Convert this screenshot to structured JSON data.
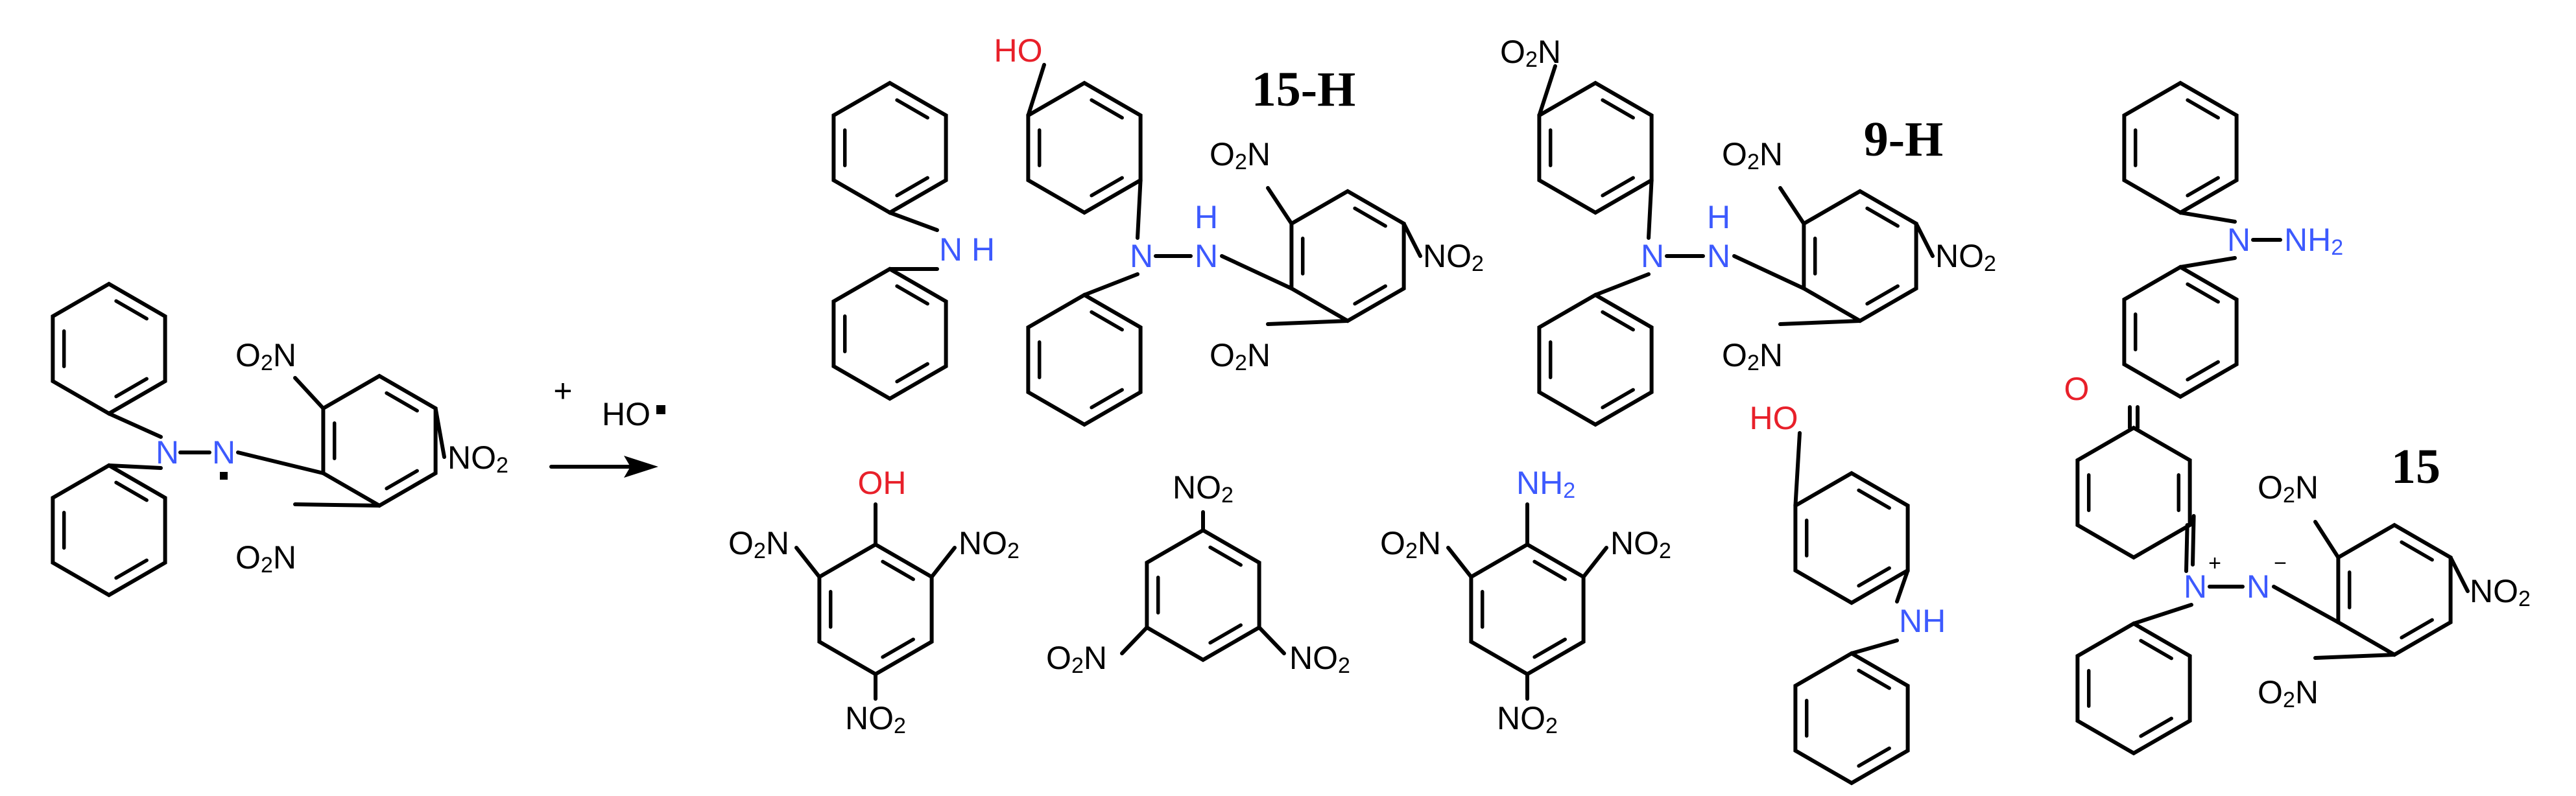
{
  "reagent": {
    "plus": "+",
    "label": "HO"
  },
  "compound_labels": {
    "c15h": "15-H",
    "c9h": "9-H",
    "c15": "15"
  },
  "atoms": {
    "N": "N",
    "H": "H",
    "NH": "NH",
    "NH2_main": "NH",
    "NH2_sub": "2",
    "NO2_prefix": "NO",
    "O2N_prefix": "O",
    "O2N_suffix": "N",
    "digit2": "2",
    "OH": "OH",
    "HO": "HO",
    "O": "O",
    "plus": "+",
    "minus": "−"
  },
  "colors": {
    "nitrogen": "#3d5afe",
    "oxygen": "#e8202a",
    "bond": "#000000"
  }
}
